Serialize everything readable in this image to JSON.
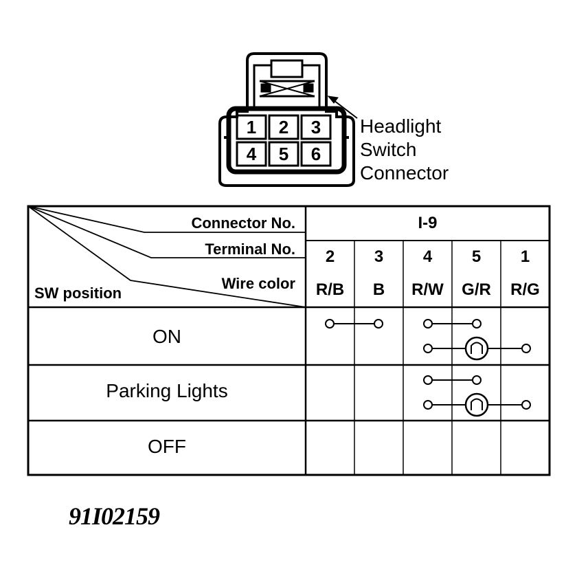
{
  "connector": {
    "label_lines": [
      "Headlight",
      "Switch",
      "Connector"
    ],
    "pins_top": [
      "1",
      "2",
      "3"
    ],
    "pins_bottom": [
      "4",
      "5",
      "6"
    ]
  },
  "table": {
    "connector_no_label": "Connector No.",
    "connector_no": "I-9",
    "terminal_no_label": "Terminal No.",
    "wire_color_label": "Wire color",
    "sw_position_label": "SW position",
    "terminals": [
      "2",
      "3",
      "4",
      "5",
      "1"
    ],
    "wire_colors": [
      "R/B",
      "B",
      "R/W",
      "G/R",
      "R/G"
    ],
    "rows": [
      {
        "position": "ON"
      },
      {
        "position": "Parking Lights"
      },
      {
        "position": "OFF"
      }
    ]
  },
  "figure_id": "91I02159"
}
